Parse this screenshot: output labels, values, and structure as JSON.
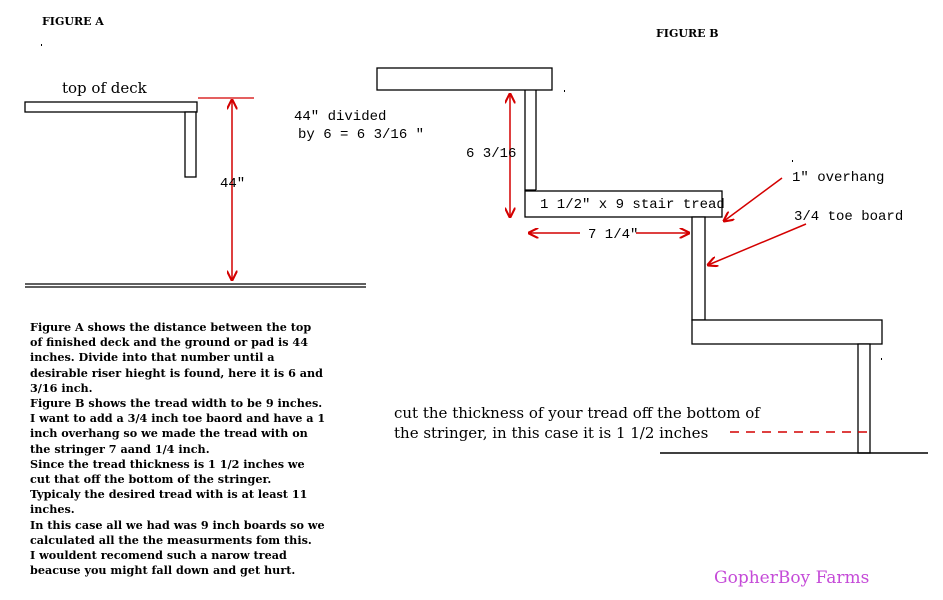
{
  "figure_a": {
    "title": "FIGURE A",
    "deck_label": "top of deck",
    "height_label": "44\""
  },
  "figure_b": {
    "title": "FIGURE B",
    "division_note": [
      "44\" divided",
      "by 6 = 6 3/16 \""
    ],
    "riser_label": "6 3/16",
    "tread_label": "1 1/2\" x 9 stair tread",
    "run_label": "7 1/4\"",
    "overhang_label": "1\" overhang",
    "toe_board_label": "3/4 toe board",
    "cut_note": [
      "cut the thickness of your tread off the bottom of",
      "the stringer, in this case it is 1 1/2 inches"
    ]
  },
  "description": [
    "Figure A shows the distance between the top",
    "of finished deck and the ground or pad is 44",
    "inches. Divide into that number until a",
    "desirable riser hieght is found, here it is 6 and",
    "3/16 inch.",
    "Figure B shows the tread width to be 9 inches.",
    "I want to add a 3/4 inch toe baord and have a 1",
    "inch overhang so we made the tread with on",
    "the stringer 7 aand 1/4 inch.",
    "Since the tread thickness is 1 1/2 inches we",
    "cut that off the bottom of the stringer.",
    "Typicaly the desired tread with is at least 11",
    "inches.",
    "In this case all we had was 9 inch boards so we",
    " calculated all the the measurments fom this.",
    "I wouldent recomend such a narow tread",
    "beacuse you might fall down and get hurt."
  ],
  "brand": "GopherBoy Farms",
  "colors": {
    "dimension": "#d40000",
    "brand": "#c54bd8",
    "ink": "#000000"
  }
}
